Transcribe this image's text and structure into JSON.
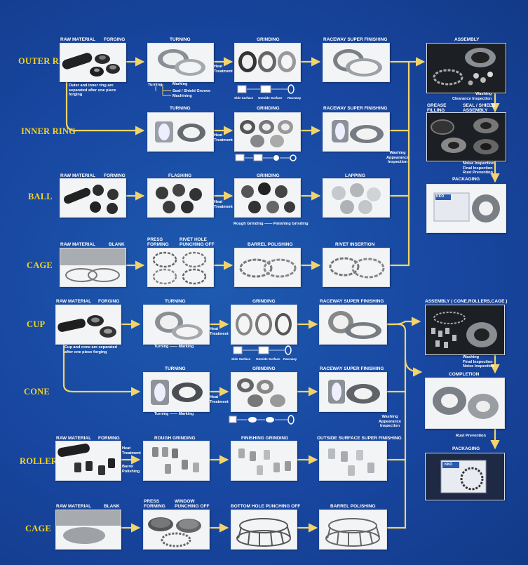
{
  "rows": {
    "outer_ring": "OUTER RING",
    "inner_ring": "INNER RING",
    "ball": "BALL",
    "cage1": "CAGE",
    "cup": "CUP",
    "cone": "CONE",
    "roller": "ROLLER",
    "cage2": "CAGE"
  },
  "captions": {
    "raw_material": "RAW MATERIAL",
    "forging": "FORGING",
    "forming": "FORMING",
    "blank": "BLANK",
    "turning": "TURNING",
    "grinding": "GRINDING",
    "raceway_super_finishing": "RACEWAY SUPER FINISHING",
    "flashing": "FLASHING",
    "lapping": "LAPPING",
    "press_forming": "PRESS\nFORMING",
    "rivet_hole_punching_off": "RIVET HOLE\nPUNCHING OFF",
    "barrel_polishing": "BARREL POLISHING",
    "rivet_insertion": "RIVET INSERTION",
    "rough_grinding": "ROUGH GRINDING",
    "finishing_grinding": "FINISHING GRINDING",
    "outside_surface_super_finishing": "OUTSIDE SURFACE SUPER FINISHING",
    "window_punching_off": "WINDOW\nPUNCHING OFF",
    "bottom_hole_punching_off": "BOTTOM HOLE PUNCHING OFF",
    "assembly": "ASSEMBLY",
    "assembly_cone_rollers_cage": "ASSEMBLY ( CONE,ROLLERS,CAGE )",
    "completion": "COMPLETION",
    "packaging": "PACKAGING",
    "packaging2": "PACKAGING"
  },
  "notes": {
    "outer_inner_separated": "Outer and inner ring are\nseparated after one piece\nforging",
    "turning_marking": "Turning",
    "marking": "Marking",
    "seal_shield_groove": "Seal / Shield Groove\nMachining",
    "heat_treatment": "Heat\nTreatment",
    "side_surface": "Side Surface",
    "outside_surface": "Outside Surface",
    "raceway": "Raceway",
    "washing_appearance": "Washing\nAppearance\nInspection",
    "rough_to_finishing": "Rough Grinding —— Finishing Grinding",
    "washing_clearance": "Washing\nClearance Inspection",
    "grease_filling": "GREASE\nFILLING",
    "seal_shield_assembly": "SEAL / SHIELD\nASSEMBLY",
    "noise_final_rust": "Noise Inspection\nFinal Inspection\nRust Prevention",
    "cup_cone_separated": "Cup and cone are separated\nafter one piece forging",
    "turning_marking_cup": "Turning —— Marking",
    "washing_final_noise": "Washing\nFinal Inspection\nNoise Inspection",
    "rust_prevention": "Rust Prevention",
    "heat_treatment_barrel": "Barrel\nPolishing",
    "brand": "KKO"
  },
  "colors": {
    "background": "#1846a0",
    "row_label": "#f4d21f",
    "flow_line": "#f3d46a",
    "arrow": "#f3d46a"
  }
}
